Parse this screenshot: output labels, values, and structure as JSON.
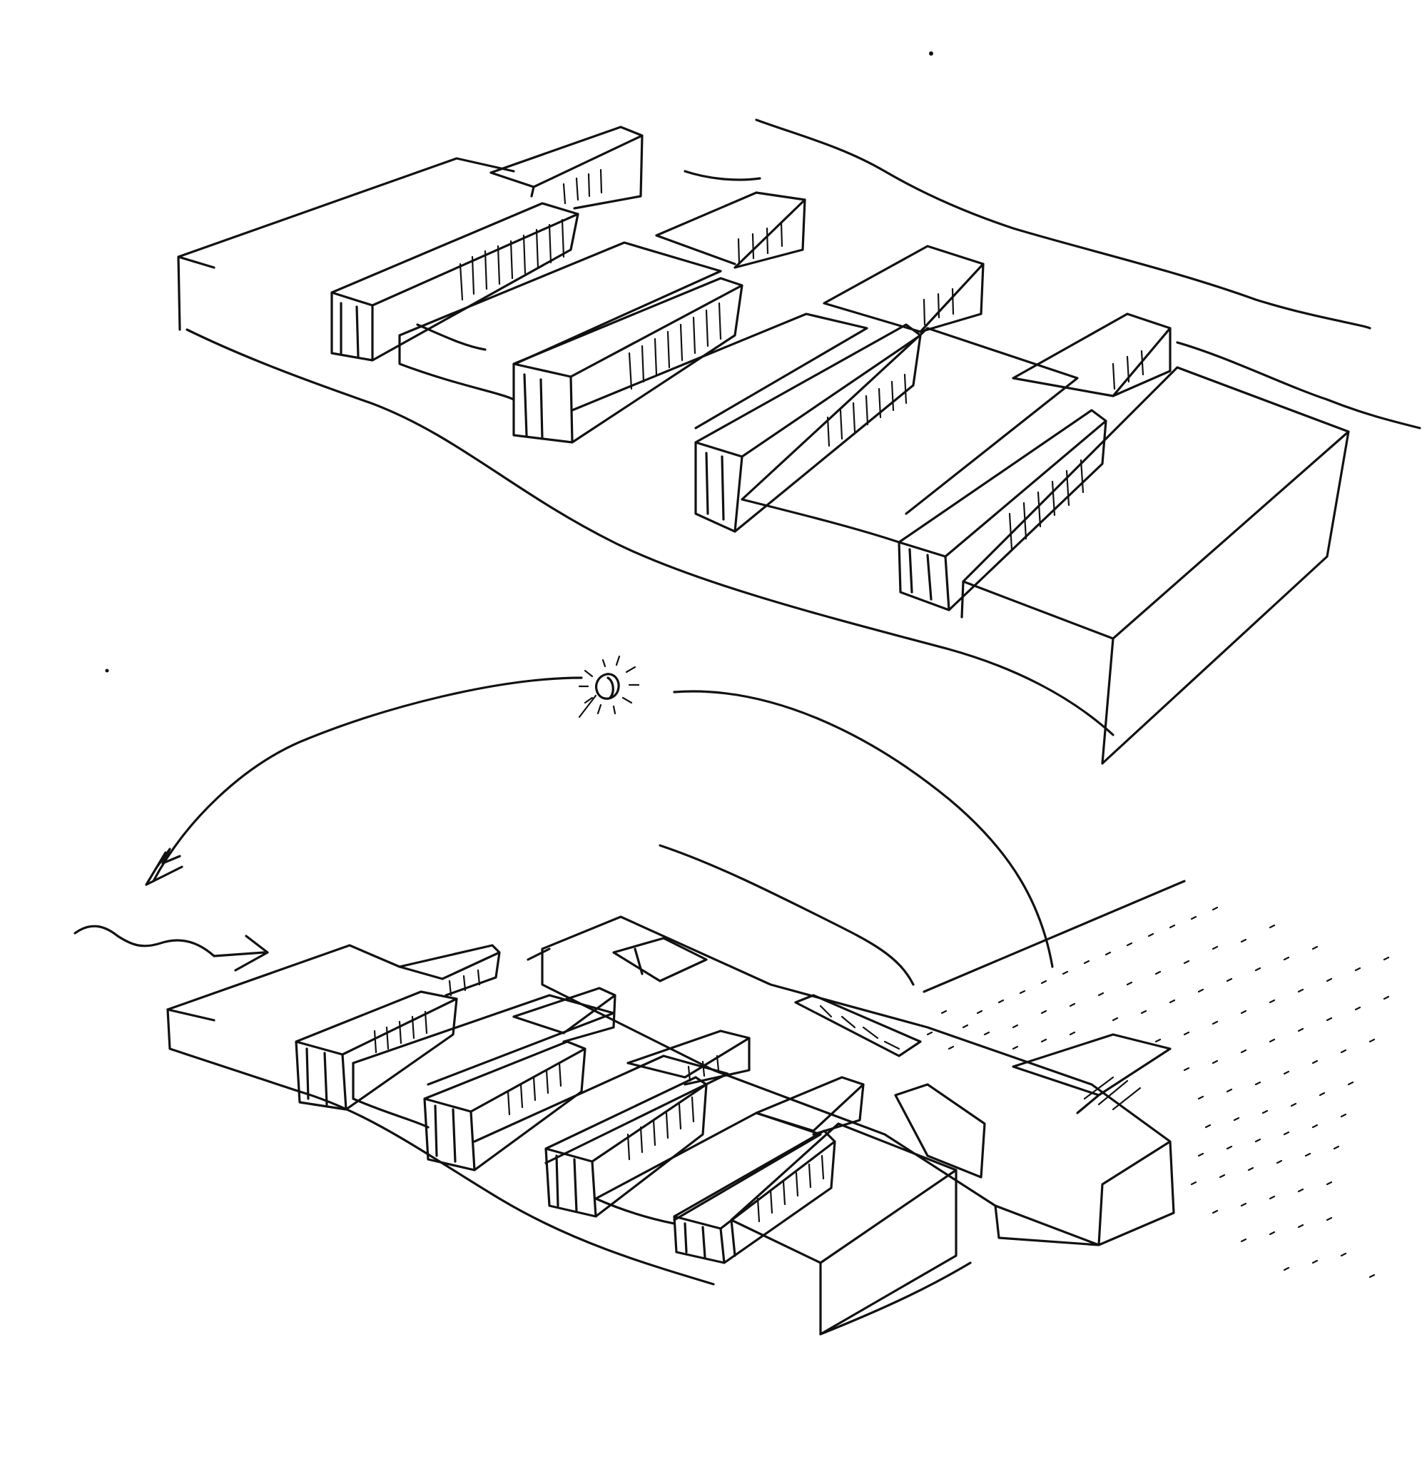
{
  "image": {
    "background": "#ffffff",
    "ink_color": "#111111"
  },
  "upper_sketch": {
    "volumes": 5,
    "bars": 4
  },
  "lower_sketch": {
    "volumes": 6,
    "bars": 5
  },
  "annotations": {
    "sun_symbol": "sun-icon",
    "arrows": [
      "sun-path-arrow",
      "wind-arrow",
      "flow-arrow"
    ]
  }
}
